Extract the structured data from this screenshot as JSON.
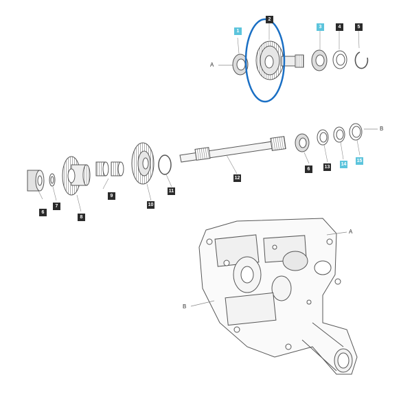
{
  "diagram": {
    "part_labels": [
      {
        "id": "p1",
        "text": "1",
        "highlight": true
      },
      {
        "id": "p2",
        "text": "2",
        "highlight": false
      },
      {
        "id": "p3",
        "text": "3",
        "highlight": true
      },
      {
        "id": "p4",
        "text": "4",
        "highlight": false
      },
      {
        "id": "p5",
        "text": "5",
        "highlight": false
      },
      {
        "id": "p6a",
        "text": "6",
        "highlight": false
      },
      {
        "id": "p6b",
        "text": "6",
        "highlight": false
      },
      {
        "id": "p7",
        "text": "7",
        "highlight": false
      },
      {
        "id": "p8",
        "text": "8",
        "highlight": false
      },
      {
        "id": "p9",
        "text": "9",
        "highlight": false
      },
      {
        "id": "p10",
        "text": "10",
        "highlight": false
      },
      {
        "id": "p11",
        "text": "11",
        "highlight": false
      },
      {
        "id": "p12",
        "text": "12",
        "highlight": false
      },
      {
        "id": "p13",
        "text": "13",
        "highlight": false
      },
      {
        "id": "p14",
        "text": "14",
        "highlight": true
      },
      {
        "id": "p15",
        "text": "15",
        "highlight": true
      }
    ],
    "reference_labels": {
      "a_top": "A",
      "b_right": "B",
      "a_housing": "A",
      "b_housing": "B"
    },
    "colors": {
      "highlight_tag": "#5cc4dc",
      "dark_tag": "#2b2b2b",
      "callout_ellipse": "#1a6fc4",
      "line_art": "#555555"
    }
  }
}
